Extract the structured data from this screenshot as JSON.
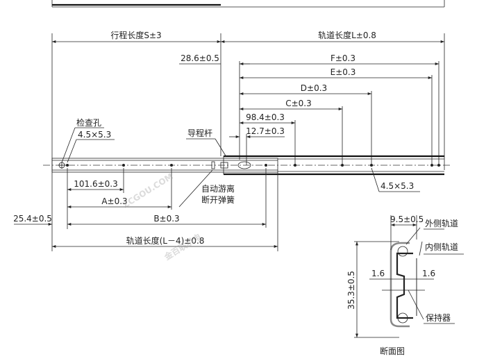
{
  "labels": {
    "stroke_length": "行程长度S±3",
    "rail_length": "轨道长度L±0.8",
    "dim_28_6": "28.6±0.5",
    "dim_F": "F±0.3",
    "dim_E": "E±0.3",
    "dim_D": "D±0.3",
    "dim_C": "C±0.3",
    "dim_98_4": "98.4±0.3",
    "dim_12_7": "12.7±0.3",
    "inspection_hole": "检查孔",
    "inspection_hole_size": "4.5×5.3",
    "lead_rod": "导程杆",
    "release_spring_1": "自动游离",
    "release_spring_2": "断开弹簧",
    "hole_size_right": "4.5×5.3",
    "dim_101_6": "101.6±0.3",
    "dim_A": "A±0.3",
    "dim_B": "B±0.3",
    "dim_25_4": "25.4±0.5",
    "inner_rail_length": "轨道长度(L－4)±0.8"
  },
  "section": {
    "width_dim": "9.5±0.5",
    "outer_rail": "外侧轨道",
    "inner_rail": "内侧轨道",
    "thickness_left": "1.6",
    "thickness_right": "1.6",
    "height_dim": "35.3±0.5",
    "retainer": "保持器",
    "title": "断面图"
  },
  "watermark": {
    "text1": "ZCGOU.COM",
    "text2": "金百联机电"
  }
}
